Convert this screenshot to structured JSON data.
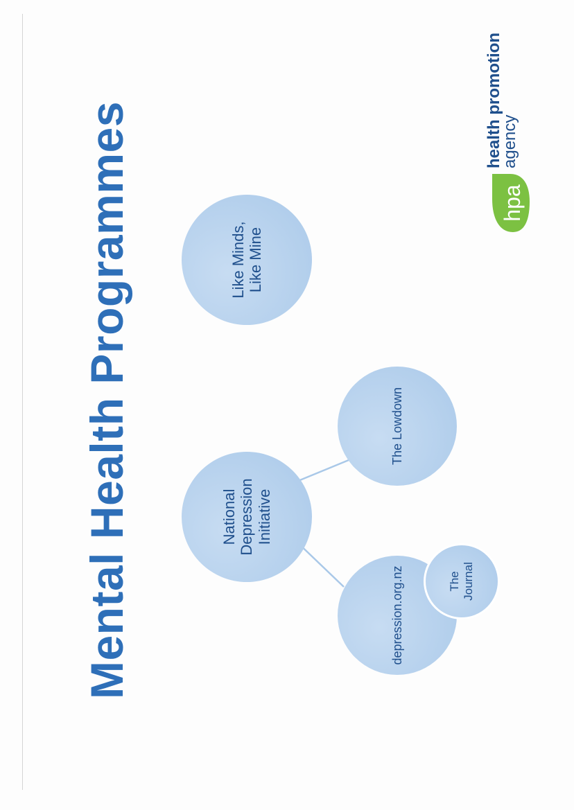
{
  "slide": {
    "title": "Mental Health Programmes"
  },
  "diagram": {
    "center": {
      "label": "National\nDepression\nInitiative"
    },
    "children": [
      {
        "label": "The Lowdown"
      },
      {
        "label": "depression.org.nz"
      }
    ],
    "sub_child": {
      "label": "The\nJournal"
    },
    "standalone": {
      "label": "Like Minds,\nLike Mine"
    }
  },
  "logo": {
    "mark_text": "hpa",
    "line1": "health promotion",
    "line2": "agency"
  },
  "colors": {
    "title": "#2e6fb8",
    "circle_fill": "#b3cfec",
    "circle_text": "#1f4f8c",
    "logo_green": "#7cc142"
  }
}
